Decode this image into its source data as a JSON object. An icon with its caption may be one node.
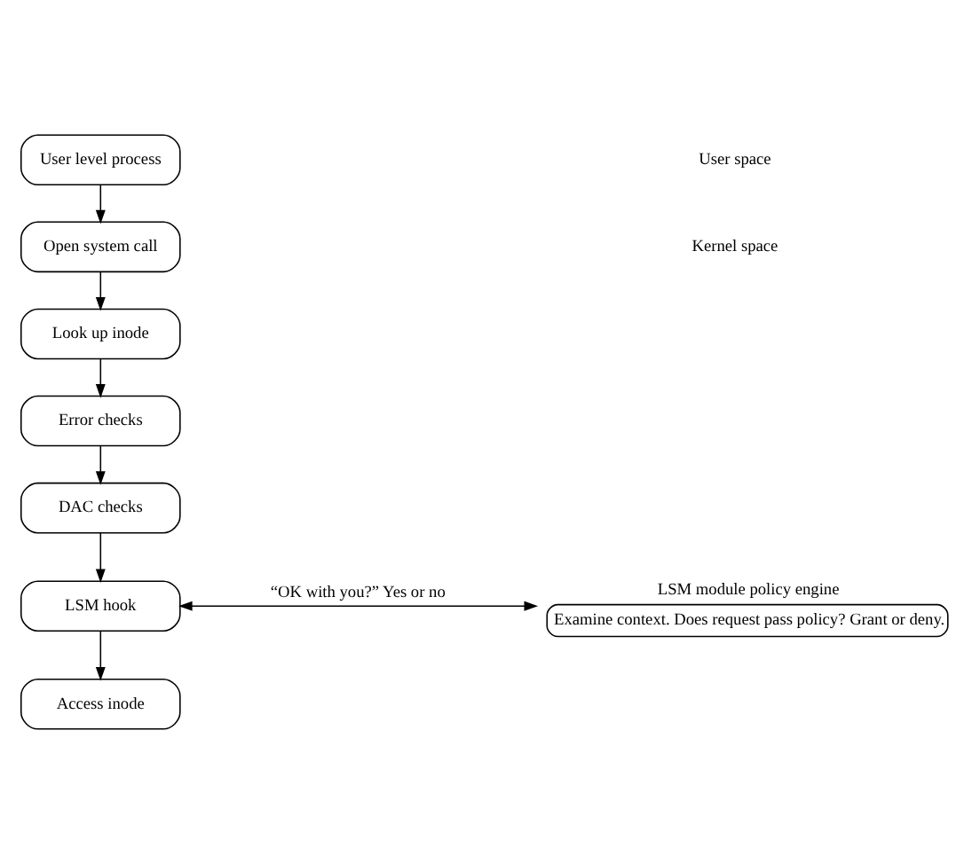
{
  "diagram": {
    "nodes": [
      {
        "text": [
          "User level process"
        ]
      },
      {
        "text": [
          "Open system call"
        ]
      },
      {
        "text": [
          "Look up inode"
        ]
      },
      {
        "text": [
          "Error checks"
        ]
      },
      {
        "text": [
          "DAC checks"
        ]
      },
      {
        "text": [
          "LSM hook"
        ]
      },
      {
        "text": [
          "Access inode"
        ]
      },
      {
        "text": [
          "LSM module policy engine",
          "Examine context. Does request pass policy? Grant or deny."
        ]
      }
    ],
    "edges": [
      {
        "from": 0,
        "to": 1,
        "arrow": "to"
      },
      {
        "from": 1,
        "to": 2,
        "arrow": "to"
      },
      {
        "from": 2,
        "to": 3,
        "arrow": "to"
      },
      {
        "from": 3,
        "to": 4,
        "arrow": "to"
      },
      {
        "from": 4,
        "to": 5,
        "arrow": "to"
      },
      {
        "from": 5,
        "to": 6,
        "arrow": "to"
      },
      {
        "from": 5,
        "to": 7,
        "arrow": "both",
        "label": "“OK with you?” Yes or no"
      }
    ],
    "labels": [
      "User space",
      "Kernel space"
    ]
  }
}
